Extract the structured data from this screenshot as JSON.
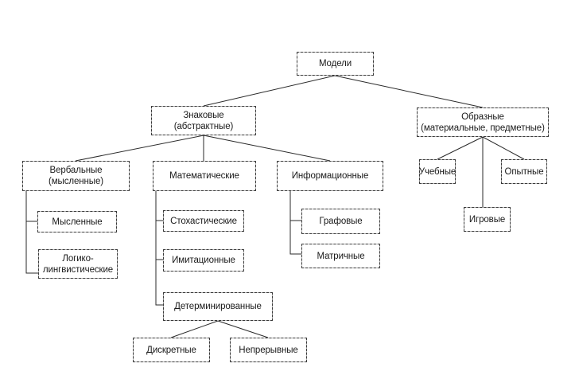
{
  "diagram": {
    "title": "Классификация моделей",
    "nodes": {
      "root": {
        "line1": "Модели"
      },
      "znakovye": {
        "line1": "Знаковые",
        "line2": "(абстрактные)"
      },
      "obraznye": {
        "line1": "Образные",
        "line2": "(материальные, предметные)"
      },
      "verbalnye": {
        "line1": "Вербальные",
        "line2": "(мысленные)"
      },
      "matematicheskie": {
        "line1": "Математические"
      },
      "informacionnye": {
        "line1": "Информационные"
      },
      "uchebnye": {
        "line1": "Учебные"
      },
      "opytnye": {
        "line1": "Опытные"
      },
      "igrovye": {
        "line1": "Игровые"
      },
      "myslennye": {
        "line1": "Мысленные"
      },
      "logiko": {
        "line1": "Логико-",
        "line2": "лингвистические"
      },
      "stohasticheskie": {
        "line1": "Стохастические"
      },
      "imitacionnye": {
        "line1": "Имитационные"
      },
      "grafovye": {
        "line1": "Графовые"
      },
      "matrichnye": {
        "line1": "Матричные"
      },
      "determinirovannye": {
        "line1": "Детерминированные"
      },
      "diskretnye": {
        "line1": "Дискретные"
      },
      "nepreryvnye": {
        "line1": "Непрерывные"
      }
    },
    "edges": [
      [
        "root",
        "znakovye"
      ],
      [
        "root",
        "obraznye"
      ],
      [
        "znakovye",
        "verbalnye"
      ],
      [
        "znakovye",
        "matematicheskie"
      ],
      [
        "znakovye",
        "informacionnye"
      ],
      [
        "obraznye",
        "uchebnye"
      ],
      [
        "obraznye",
        "igrovye"
      ],
      [
        "obraznye",
        "opytnye"
      ],
      [
        "verbalnye",
        "myslennye"
      ],
      [
        "verbalnye",
        "logiko"
      ],
      [
        "matematicheskie",
        "stohasticheskie"
      ],
      [
        "matematicheskie",
        "imitacionnye"
      ],
      [
        "matematicheskie",
        "determinirovannye"
      ],
      [
        "informacionnye",
        "grafovye"
      ],
      [
        "informacionnye",
        "matrichnye"
      ],
      [
        "determinirovannye",
        "diskretnye"
      ],
      [
        "determinirovannye",
        "nepreryvnye"
      ]
    ]
  }
}
